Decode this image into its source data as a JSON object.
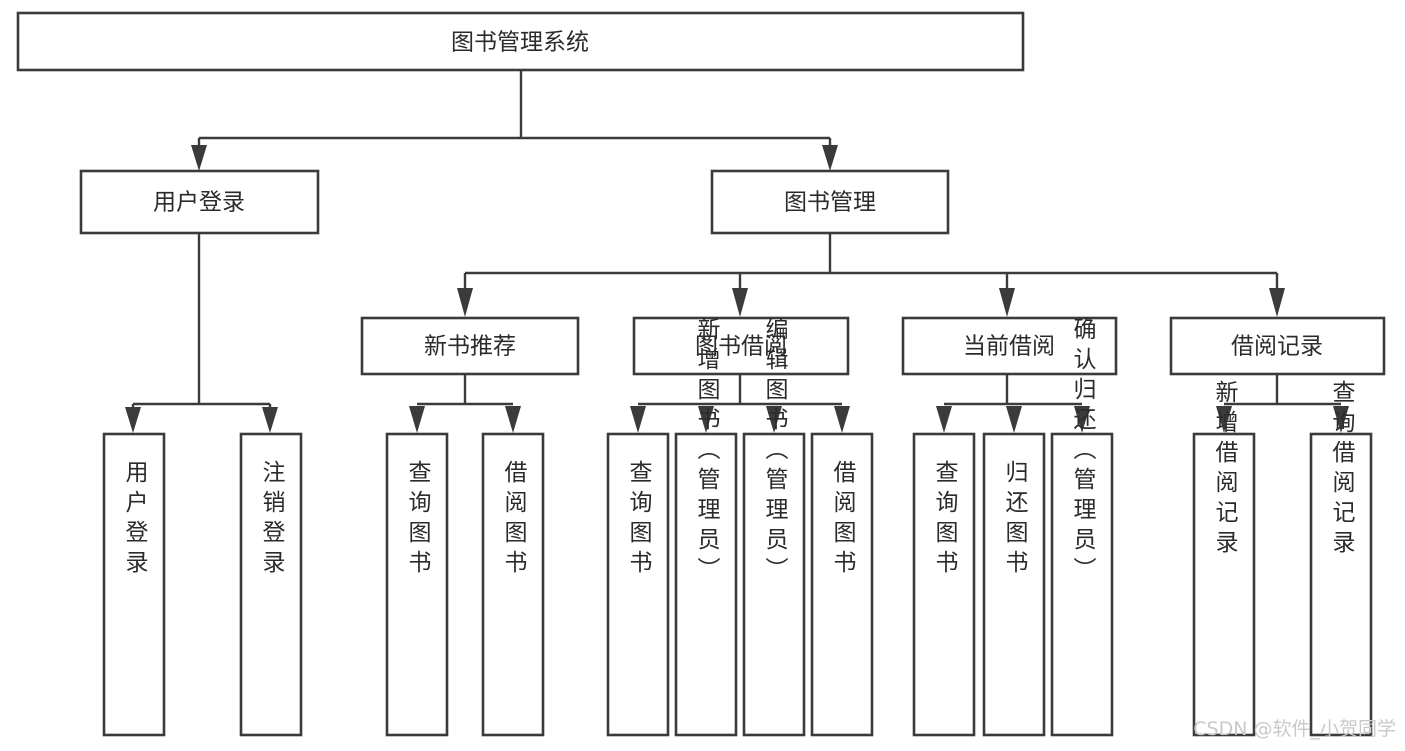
{
  "diagram": {
    "title": "图书管理系统",
    "type": "hierarchy-tree",
    "root": {
      "id": "root",
      "label": "图书管理系统"
    },
    "level1": [
      {
        "id": "user-login",
        "label": "用户登录"
      },
      {
        "id": "book-management",
        "label": "图书管理"
      }
    ],
    "level2": [
      {
        "id": "new-book-recommend",
        "label": "新书推荐",
        "parent": "book-management"
      },
      {
        "id": "book-borrow",
        "label": "图书借阅",
        "parent": "book-management"
      },
      {
        "id": "current-borrow",
        "label": "当前借阅",
        "parent": "book-management"
      },
      {
        "id": "borrow-record",
        "label": "借阅记录",
        "parent": "book-management"
      }
    ],
    "leaves": {
      "user_login": [
        {
          "id": "leaf-user-login",
          "label": "用户登录"
        },
        {
          "id": "leaf-logout",
          "label": "注销登录"
        }
      ],
      "new_book_recommend": [
        {
          "id": "leaf-query-book-1",
          "label": "查询图书"
        },
        {
          "id": "leaf-borrow-book-1",
          "label": "借阅图书"
        }
      ],
      "book_borrow": [
        {
          "id": "leaf-query-book-2",
          "label": "查询图书"
        },
        {
          "id": "leaf-add-book",
          "label": "新增图书（管理员）"
        },
        {
          "id": "leaf-edit-book",
          "label": "编辑图书（管理员）"
        },
        {
          "id": "leaf-borrow-book-2",
          "label": "借阅图书"
        }
      ],
      "current_borrow": [
        {
          "id": "leaf-query-book-3",
          "label": "查询图书"
        },
        {
          "id": "leaf-return-book",
          "label": "归还图书"
        },
        {
          "id": "leaf-confirm-return",
          "label": "确认归还（管理员）"
        }
      ],
      "borrow_record": [
        {
          "id": "leaf-add-record",
          "label": "新增借阅记录"
        },
        {
          "id": "leaf-query-record",
          "label": "查询借阅记录"
        }
      ]
    }
  },
  "watermark": {
    "text": "CSDN @软件_小贺同学"
  },
  "colors": {
    "border": "#3b3b3b",
    "text": "#2b2b2b",
    "background": "#ffffff",
    "watermark": "#c9c9c9"
  }
}
